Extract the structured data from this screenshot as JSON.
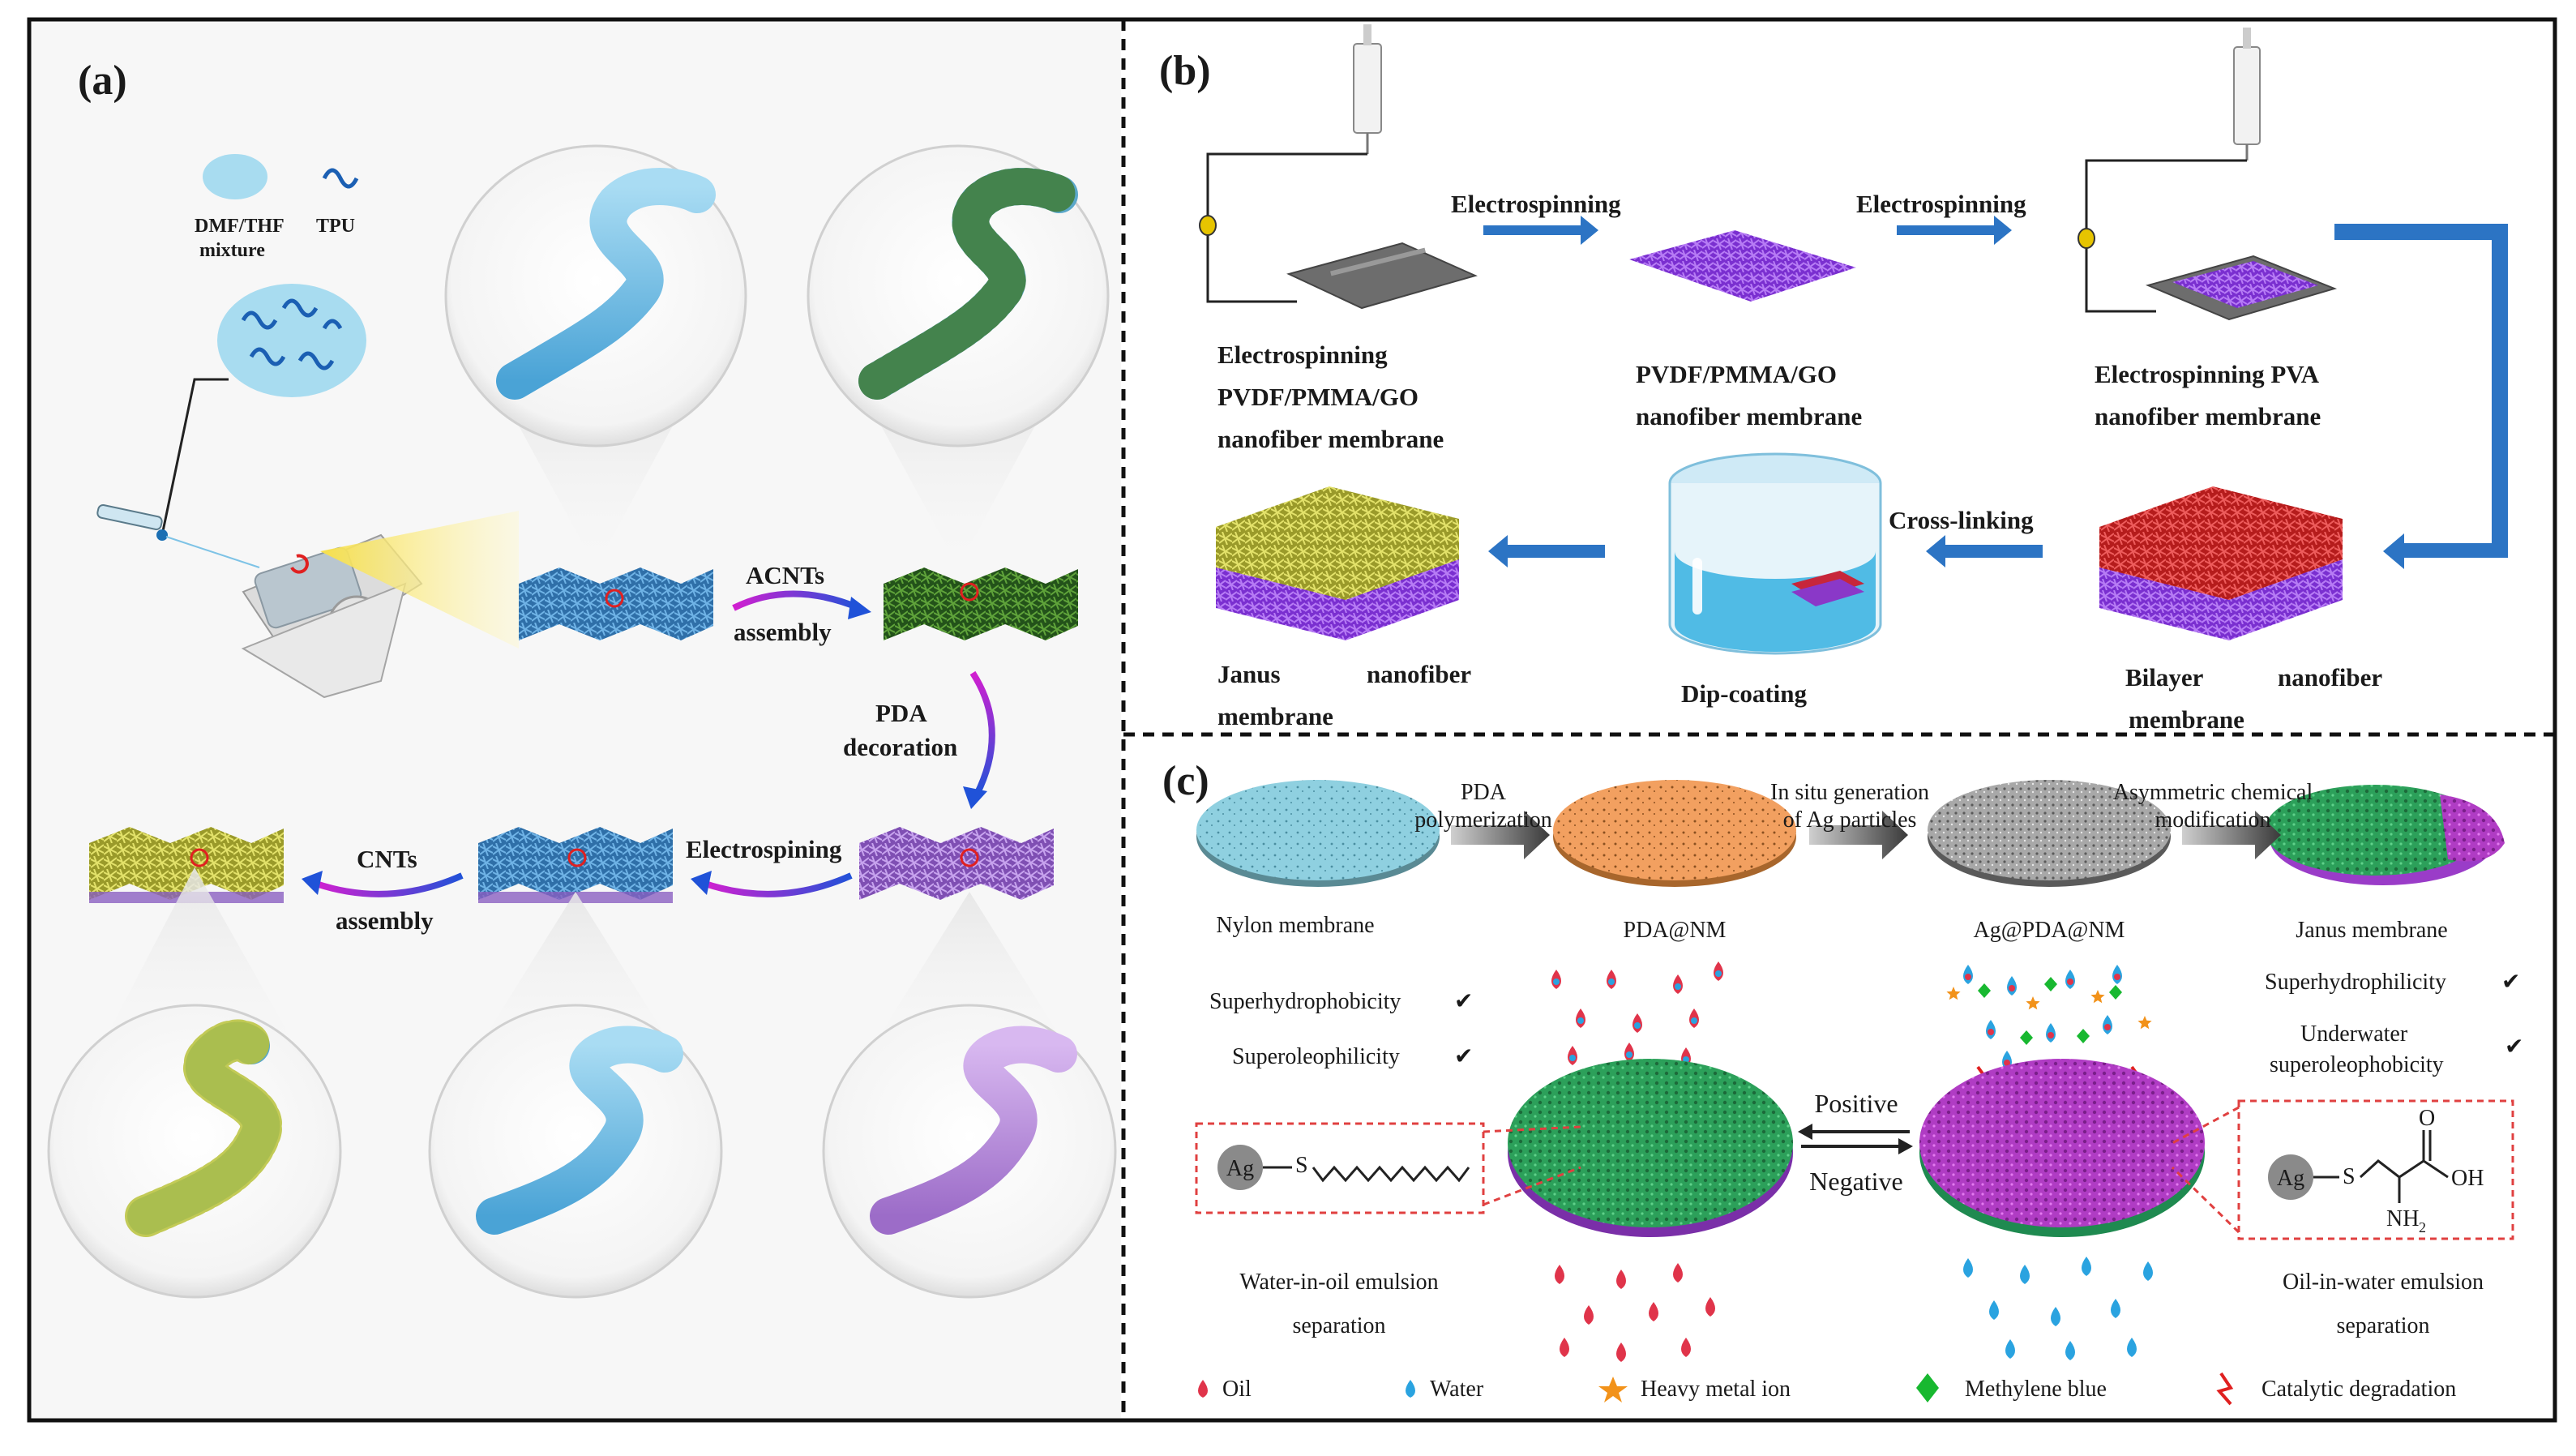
{
  "panels": {
    "a": {
      "label": "(a)",
      "legend_solvent": "DMF/THF",
      "legend_solvent_2": "mixture",
      "legend_polymer": "TPU",
      "step_acnts_1": "ACNTs",
      "step_acnts_2": "assembly",
      "step_pda_1": "PDA",
      "step_pda_2": "decoration",
      "step_electro": "Electrospining",
      "step_cnts_1": "CNTs",
      "step_cnts_2": "assembly"
    },
    "b": {
      "label": "(b)",
      "arrow1": "Electrospinning",
      "arrow2": "Electrospinning",
      "cap1_l1": "Electrospinning",
      "cap1_l2": "PVDF/PMMA/GO",
      "cap1_l3": "nanofiber membrane",
      "cap2_l1": "PVDF/PMMA/GO",
      "cap2_l2": "nanofiber membrane",
      "cap3_l1": "Electrospinning  PVA",
      "cap3_l2": "nanofiber membrane",
      "crosslink": "Cross-linking",
      "cap_janus_l1a": "Janus",
      "cap_janus_l1b": "nanofiber",
      "cap_janus_l2": "membrane",
      "cap_dip": "Dip-coating",
      "cap_bilayer_l1a": "Bilayer",
      "cap_bilayer_l1b": "nanofiber",
      "cap_bilayer_l2": "membrane"
    },
    "c": {
      "label": "(c)",
      "disc1": "Nylon membrane",
      "disc2": "PDA@NM",
      "disc3": "Ag@PDA@NM",
      "disc4": "Janus membrane",
      "arrow1_l1": "PDA",
      "arrow1_l2": "polymerization",
      "arrow2_l1": "In situ generation",
      "arrow2_l2": "of Ag particles",
      "arrow3_l1": "Asymmetric chemical",
      "arrow3_l2": "modification",
      "left_prop1": "Superhydrophobicity",
      "left_prop2": "Superoleophilicity",
      "right_prop1": "Superhydrophilicity",
      "right_prop2_l1": "Underwater",
      "right_prop2_l2": "superoleophobicity",
      "positive": "Positive",
      "negative": "Negative",
      "left_sep_l1": "Water-in-oil emulsion",
      "left_sep_l2": "separation",
      "right_sep_l1": "Oil-in-water emulsion",
      "right_sep_l2": "separation",
      "ag": "Ag",
      "s": "S",
      "oh": "OH",
      "o": "O",
      "nh2": "NH",
      "nh2_sub": "2",
      "check": "✔",
      "legend": [
        "Oil",
        "Water",
        "Heavy metal ion",
        "Methylene blue",
        "Catalytic degradation"
      ]
    }
  },
  "colors": {
    "fiber_blue": "#7ec3e6",
    "mesh_blue": "#2f6fa8",
    "mesh_green": "#2e6b1a",
    "mesh_purple": "#9b6fc6",
    "mesh_yellow": "#b8b838",
    "arrow_blue": "#2c74c4",
    "drop_red": "#e0344a",
    "drop_blue": "#2aa3e0",
    "membrane_green": "#2ca05a",
    "membrane_magenta": "#b03cc4",
    "nylon": "#8fd0e0",
    "pda": "#f2a060",
    "silver": "#9a9a9a"
  }
}
